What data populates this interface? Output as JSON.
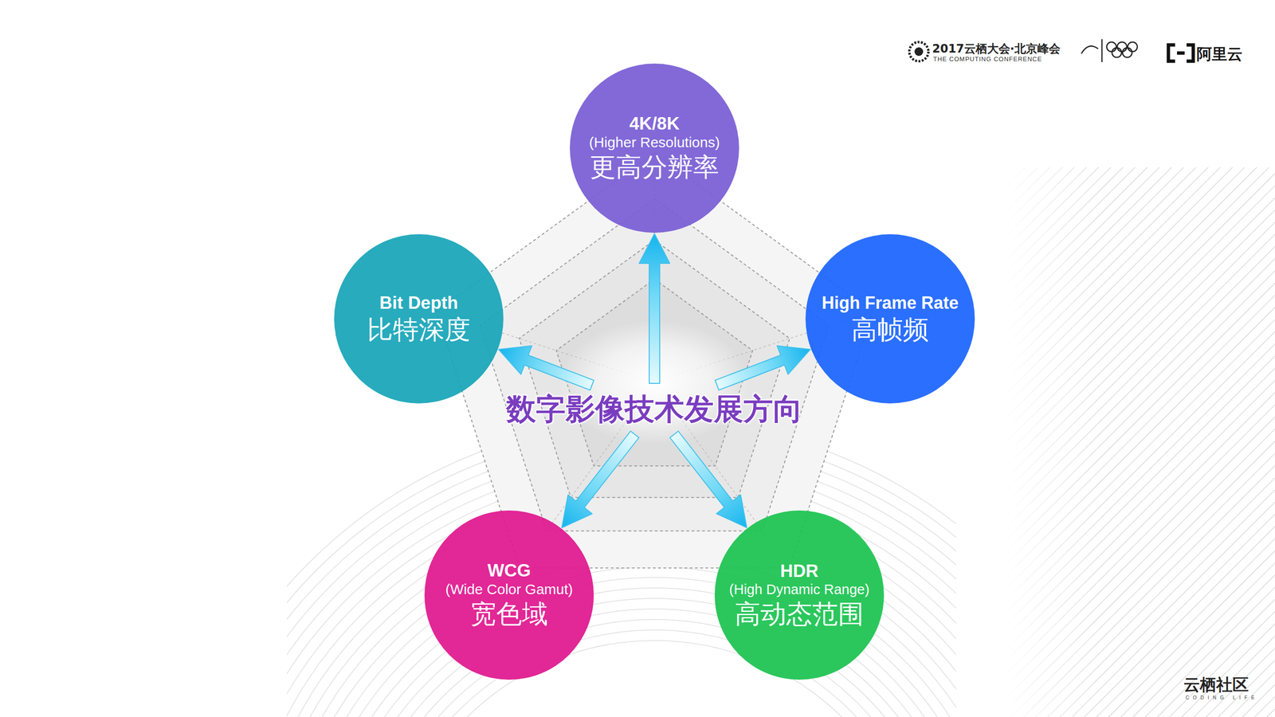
{
  "diagram": {
    "nodes": [
      {
        "text": [
          "数字影像技术发展方向"
        ]
      },
      {
        "text": [
          "4K/8K",
          "(Higher Resolutions)",
          "更高分辨率"
        ]
      },
      {
        "text": [
          "High Frame Rate",
          "高帧频"
        ]
      },
      {
        "text": [
          "HDR",
          "(High Dynamic Range)",
          "高动态范围"
        ]
      },
      {
        "text": [
          "WCG",
          "(Wide Color Gamut)",
          "宽色域"
        ]
      },
      {
        "text": [
          "Bit Depth",
          "比特深度"
        ]
      }
    ],
    "edges": [
      {
        "from": 0,
        "to": 1,
        "arrow": "to"
      },
      {
        "from": 0,
        "to": 2,
        "arrow": "to"
      },
      {
        "from": 0,
        "to": 3,
        "arrow": "to"
      },
      {
        "from": 0,
        "to": 4,
        "arrow": "to"
      },
      {
        "from": 0,
        "to": 5,
        "arrow": "to"
      }
    ],
    "labels": [
      "2017云栖大会·北京峰会",
      "THE COMPUTING CONFERENCE",
      "阿里云",
      "云栖社区",
      "CODING LIFE"
    ]
  }
}
